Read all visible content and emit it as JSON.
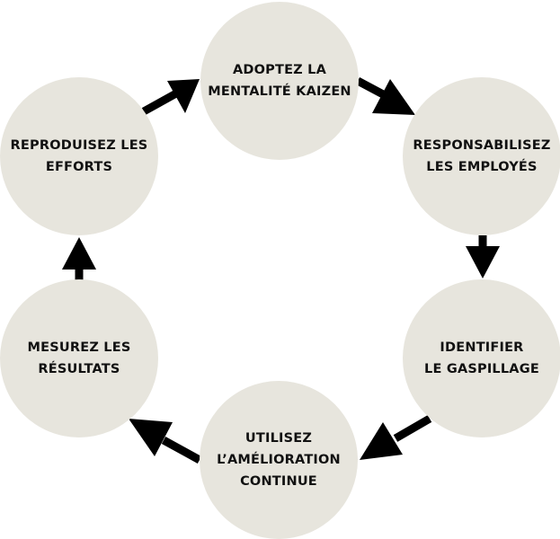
{
  "colors": {
    "node_fill": "#e7e5dd",
    "arrow": "#000000",
    "text": "#111111"
  },
  "cycle": {
    "nodes": [
      {
        "id": "adopt",
        "lines": [
          "ADOPTEZ LA",
          "MENTALITÉ KAIZEN"
        ]
      },
      {
        "id": "empower",
        "lines": [
          "RESPONSABILISEZ",
          "LES EMPLOYÉS"
        ]
      },
      {
        "id": "waste",
        "lines": [
          "IDENTIFIER",
          "LE GASPILLAGE"
        ]
      },
      {
        "id": "improve",
        "lines": [
          "UTILISEZ",
          "L’AMÉLIORATION",
          "CONTINUE"
        ]
      },
      {
        "id": "measure",
        "lines": [
          "MESUREZ LES",
          "RÉSULTATS"
        ]
      },
      {
        "id": "repeat",
        "lines": [
          "REPRODUISEZ LES",
          "EFFORTS"
        ]
      }
    ],
    "arrows": [
      {
        "from": "adopt",
        "to": "empower",
        "icon": "arrow-right-down"
      },
      {
        "from": "empower",
        "to": "waste",
        "icon": "arrow-down"
      },
      {
        "from": "waste",
        "to": "improve",
        "icon": "arrow-left-down"
      },
      {
        "from": "improve",
        "to": "measure",
        "icon": "arrow-left-up"
      },
      {
        "from": "measure",
        "to": "repeat",
        "icon": "arrow-up"
      },
      {
        "from": "repeat",
        "to": "adopt",
        "icon": "arrow-right-up"
      }
    ]
  }
}
